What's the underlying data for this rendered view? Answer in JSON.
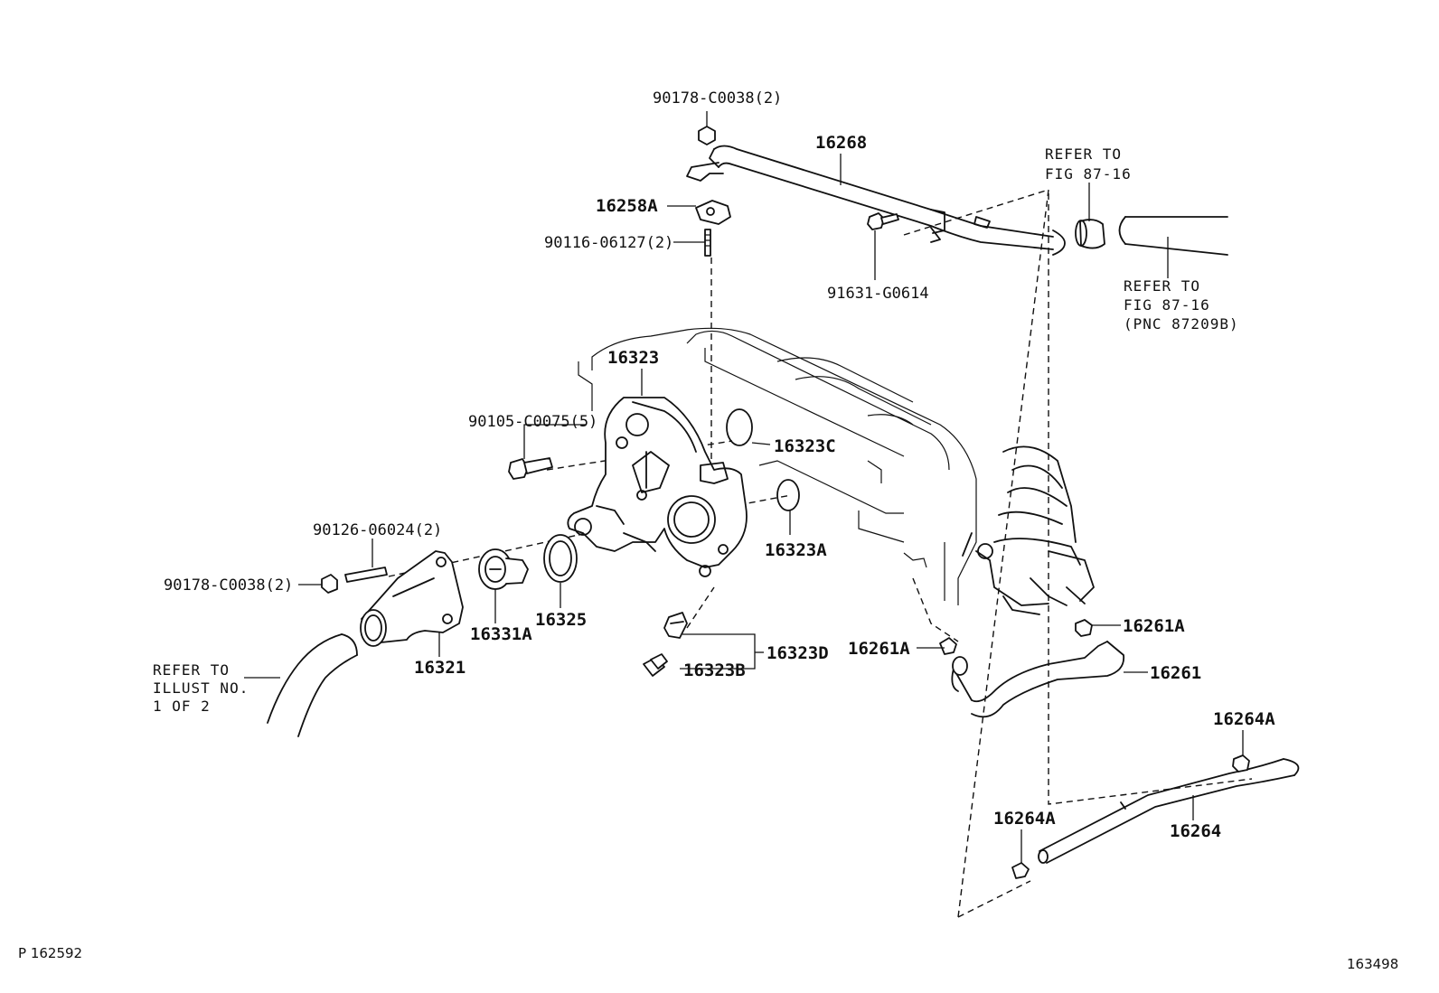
{
  "labels": {
    "p90178_top": "90178-C0038(2)",
    "p16268": "16268",
    "p16258a": "16258A",
    "p90116": "90116-06127(2)",
    "p91631": "91631-G0614",
    "p16323": "16323",
    "p90105": "90105-C0075(5)",
    "p16323c": "16323C",
    "p16323a": "16323A",
    "p90126": "90126-06024(2)",
    "p90178_left": "90178-C0038(2)",
    "p16331a": "16331A",
    "p16325": "16325",
    "p16321": "16321",
    "p16323d": "16323D",
    "p16323b": "16323B",
    "p16261a_left": "16261A",
    "p16261a_right": "16261A",
    "p16261": "16261",
    "p16264a_top": "16264A",
    "p16264a_bottom": "16264A",
    "p16264": "16264"
  },
  "refs": {
    "top_right_1": [
      "REFER TO",
      "FIG 87-16"
    ],
    "top_right_2": [
      "REFER TO",
      "FIG 87-16",
      "(PNC 87209B)"
    ],
    "left": [
      "REFER TO",
      "ILLUST NO.",
      "1 OF 2"
    ]
  },
  "footer": {
    "page_ref": "P 162592",
    "figure_id": "163498"
  }
}
